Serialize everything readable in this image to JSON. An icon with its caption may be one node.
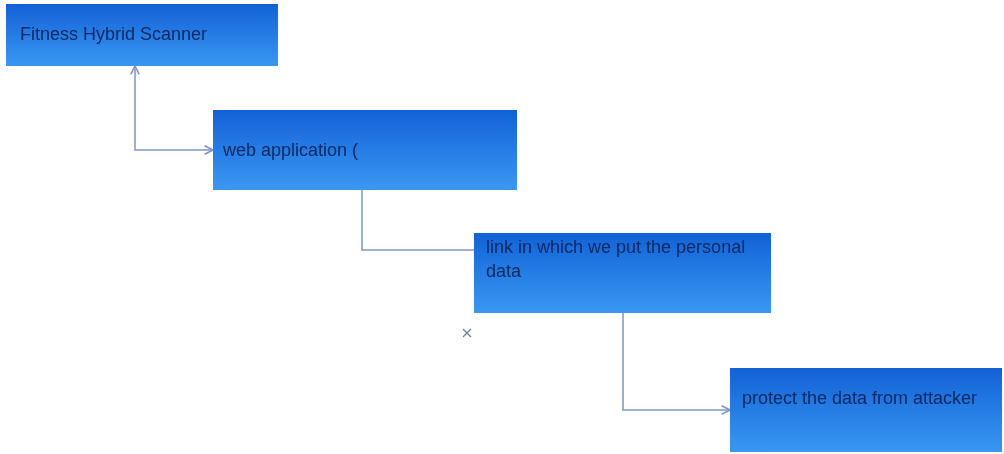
{
  "diagram": {
    "nodes": [
      {
        "text": [
          "Fitness Hybrid Scanner"
        ]
      },
      {
        "text": [
          "web application ("
        ]
      },
      {
        "text": [
          "link in which we put the personal data"
        ]
      },
      {
        "text": [
          "protect the data from attacker"
        ]
      }
    ],
    "edges": [
      {
        "from": 0,
        "to": 1,
        "arrow": "both"
      },
      {
        "from": 1,
        "to": 2,
        "arrow": "none"
      },
      {
        "from": 2,
        "to": 3,
        "arrow": "to"
      }
    ]
  }
}
